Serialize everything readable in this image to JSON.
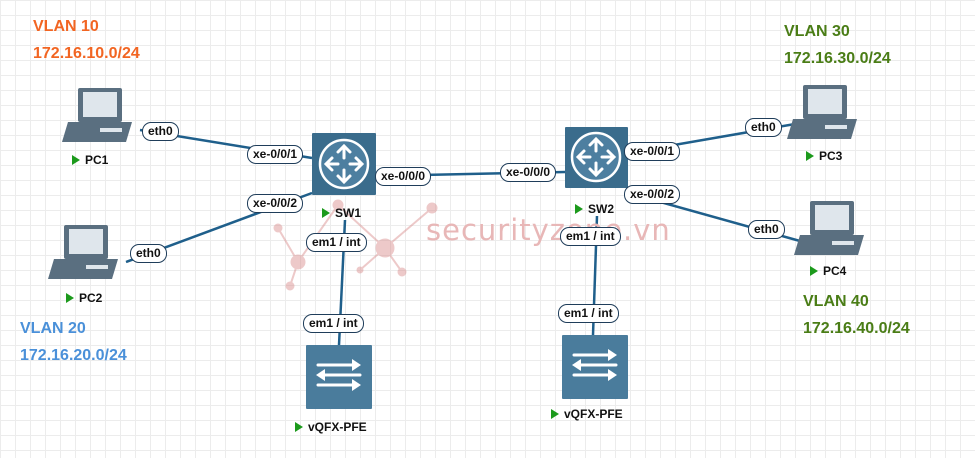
{
  "vlans": [
    {
      "title": "VLAN 10",
      "subnet": "172.16.10.0/24",
      "color": "#f26522"
    },
    {
      "title": "VLAN 20",
      "subnet": "172.16.20.0/24",
      "color": "#4a90d9"
    },
    {
      "title": "VLAN 30",
      "subnet": "172.16.30.0/24",
      "color": "#4a7d16"
    },
    {
      "title": "VLAN 40",
      "subnet": "172.16.40.0/24",
      "color": "#4a7d16"
    }
  ],
  "nodes": {
    "pc1": "PC1",
    "pc2": "PC2",
    "pc3": "PC3",
    "pc4": "PC4",
    "sw1": "SW1",
    "sw2": "SW2",
    "pfe1": "vQFX-PFE",
    "pfe2": "vQFX-PFE"
  },
  "interfaces": {
    "pc1_eth": "eth0",
    "pc2_eth": "eth0",
    "pc3_eth": "eth0",
    "pc4_eth": "eth0",
    "sw1_xe1": "xe-0/0/1",
    "sw1_xe2": "xe-0/0/2",
    "sw1_xe0": "xe-0/0/0",
    "sw2_xe0": "xe-0/0/0",
    "sw2_xe1": "xe-0/0/1",
    "sw2_xe2": "xe-0/0/2",
    "sw1_em1": "em1 / int",
    "pfe1_em1": "em1 / int",
    "sw2_em1": "em1 / int",
    "pfe2_em1": "em1 / int"
  },
  "watermark": "securityzone.vn",
  "colors": {
    "link": "#1f5f8b",
    "router": "#3a6c8c",
    "pfe": "#4a7c9c",
    "pc": "#5a6f80",
    "status": "#1c9a1c"
  }
}
